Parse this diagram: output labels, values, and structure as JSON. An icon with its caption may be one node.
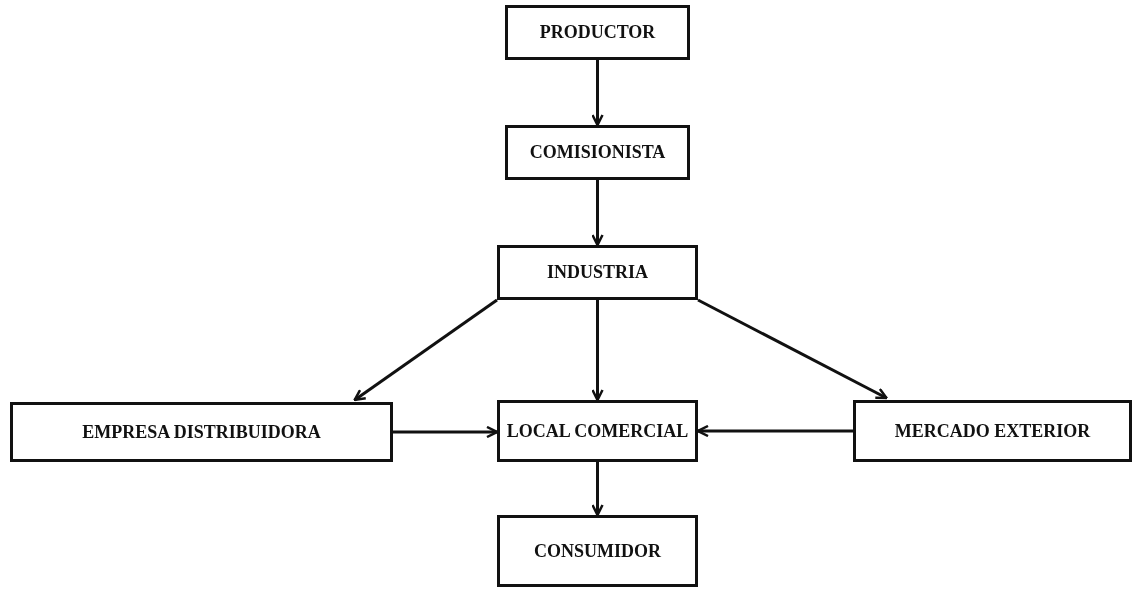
{
  "diagram": {
    "nodes": [
      {
        "text": [
          "PRODUCTOR"
        ]
      },
      {
        "text": [
          "COMISIONISTA"
        ]
      },
      {
        "text": [
          "INDUSTRIA"
        ]
      },
      {
        "text": [
          "EMPRESA DISTRIBUIDORA"
        ]
      },
      {
        "text": [
          "LOCAL COMERCIAL"
        ]
      },
      {
        "text": [
          "MERCADO EXTERIOR"
        ]
      },
      {
        "text": [
          "CONSUMIDOR"
        ]
      }
    ],
    "edges": [
      {
        "from": 0,
        "to": 1,
        "arrow": "to"
      },
      {
        "from": 1,
        "to": 2,
        "arrow": "to"
      },
      {
        "from": 2,
        "to": 3,
        "arrow": "to"
      },
      {
        "from": 2,
        "to": 4,
        "arrow": "to"
      },
      {
        "from": 2,
        "to": 5,
        "arrow": "to"
      },
      {
        "from": 3,
        "to": 4,
        "arrow": "to"
      },
      {
        "from": 5,
        "to": 4,
        "arrow": "to"
      },
      {
        "from": 4,
        "to": 6,
        "arrow": "to"
      }
    ]
  }
}
